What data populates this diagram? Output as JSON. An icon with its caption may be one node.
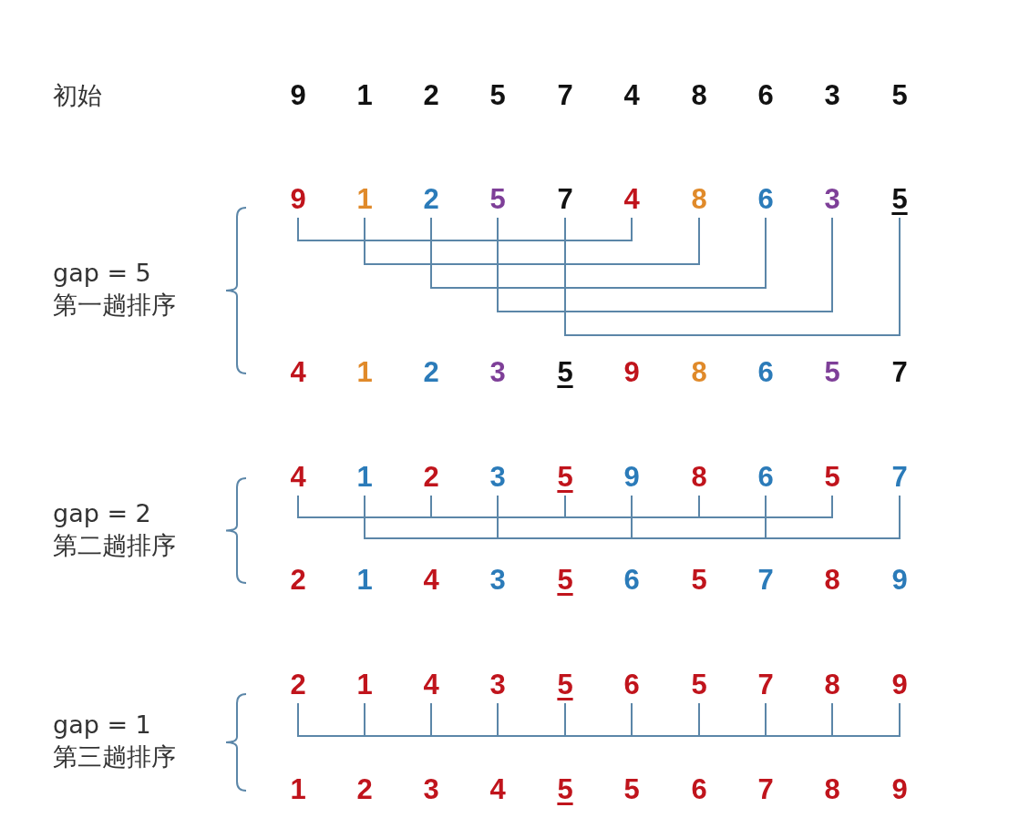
{
  "diagram": {
    "nodes": [
      {
        "text": [
          "9"
        ]
      },
      {
        "text": [
          "1"
        ]
      },
      {
        "text": [
          "2"
        ]
      },
      {
        "text": [
          "5"
        ]
      },
      {
        "text": [
          "7"
        ]
      },
      {
        "text": [
          "4"
        ]
      },
      {
        "text": [
          "8"
        ]
      },
      {
        "text": [
          "6"
        ]
      },
      {
        "text": [
          "3"
        ]
      },
      {
        "text": [
          "5"
        ]
      },
      {
        "text": [
          "9"
        ]
      },
      {
        "text": [
          "1"
        ]
      },
      {
        "text": [
          "2"
        ]
      },
      {
        "text": [
          "5"
        ]
      },
      {
        "text": [
          "7"
        ]
      },
      {
        "text": [
          "4"
        ]
      },
      {
        "text": [
          "8"
        ]
      },
      {
        "text": [
          "6"
        ]
      },
      {
        "text": [
          "3"
        ]
      },
      {
        "text": [
          "5"
        ]
      },
      {
        "text": [
          "4"
        ]
      },
      {
        "text": [
          "1"
        ]
      },
      {
        "text": [
          "2"
        ]
      },
      {
        "text": [
          "3"
        ]
      },
      {
        "text": [
          "5"
        ]
      },
      {
        "text": [
          "9"
        ]
      },
      {
        "text": [
          "8"
        ]
      },
      {
        "text": [
          "6"
        ]
      },
      {
        "text": [
          "5"
        ]
      },
      {
        "text": [
          "7"
        ]
      },
      {
        "text": [
          "4"
        ]
      },
      {
        "text": [
          "1"
        ]
      },
      {
        "text": [
          "2"
        ]
      },
      {
        "text": [
          "3"
        ]
      },
      {
        "text": [
          "5"
        ]
      },
      {
        "text": [
          "9"
        ]
      },
      {
        "text": [
          "8"
        ]
      },
      {
        "text": [
          "6"
        ]
      },
      {
        "text": [
          "5"
        ]
      },
      {
        "text": [
          "7"
        ]
      },
      {
        "text": [
          "2"
        ]
      },
      {
        "text": [
          "1"
        ]
      },
      {
        "text": [
          "4"
        ]
      },
      {
        "text": [
          "3"
        ]
      },
      {
        "text": [
          "5"
        ]
      },
      {
        "text": [
          "6"
        ]
      },
      {
        "text": [
          "5"
        ]
      },
      {
        "text": [
          "7"
        ]
      },
      {
        "text": [
          "8"
        ]
      },
      {
        "text": [
          "9"
        ]
      },
      {
        "text": [
          "2"
        ]
      },
      {
        "text": [
          "1"
        ]
      },
      {
        "text": [
          "4"
        ]
      },
      {
        "text": [
          "3"
        ]
      },
      {
        "text": [
          "5"
        ]
      },
      {
        "text": [
          "6"
        ]
      },
      {
        "text": [
          "5"
        ]
      },
      {
        "text": [
          "7"
        ]
      },
      {
        "text": [
          "8"
        ]
      },
      {
        "text": [
          "9"
        ]
      },
      {
        "text": [
          "1"
        ]
      },
      {
        "text": [
          "2"
        ]
      },
      {
        "text": [
          "3"
        ]
      },
      {
        "text": [
          "4"
        ]
      },
      {
        "text": [
          "5"
        ]
      },
      {
        "text": [
          "5"
        ]
      },
      {
        "text": [
          "6"
        ]
      },
      {
        "text": [
          "7"
        ]
      },
      {
        "text": [
          "8"
        ]
      },
      {
        "text": [
          "9"
        ]
      }
    ],
    "edges": [
      {
        "from": 10,
        "to": 15,
        "arrow": "none"
      },
      {
        "from": 11,
        "to": 16,
        "arrow": "none"
      },
      {
        "from": 12,
        "to": 17,
        "arrow": "none"
      },
      {
        "from": 13,
        "to": 18,
        "arrow": "none"
      },
      {
        "from": 14,
        "to": 19,
        "arrow": "none"
      },
      {
        "from": 30,
        "to": 32,
        "arrow": "none"
      },
      {
        "from": 32,
        "to": 34,
        "arrow": "none"
      },
      {
        "from": 34,
        "to": 36,
        "arrow": "none"
      },
      {
        "from": 36,
        "to": 38,
        "arrow": "none"
      },
      {
        "from": 31,
        "to": 33,
        "arrow": "none"
      },
      {
        "from": 33,
        "to": 35,
        "arrow": "none"
      },
      {
        "from": 35,
        "to": 37,
        "arrow": "none"
      },
      {
        "from": 37,
        "to": 39,
        "arrow": "none"
      },
      {
        "from": 50,
        "to": 51,
        "arrow": "none"
      },
      {
        "from": 51,
        "to": 52,
        "arrow": "none"
      },
      {
        "from": 52,
        "to": 53,
        "arrow": "none"
      },
      {
        "from": 53,
        "to": 54,
        "arrow": "none"
      },
      {
        "from": 54,
        "to": 55,
        "arrow": "none"
      },
      {
        "from": 55,
        "to": 56,
        "arrow": "none"
      },
      {
        "from": 56,
        "to": 57,
        "arrow": "none"
      },
      {
        "from": 57,
        "to": 58,
        "arrow": "none"
      },
      {
        "from": 58,
        "to": 59,
        "arrow": "none"
      }
    ],
    "labels": [
      "初始",
      "gap = 5",
      "第一趟排序",
      "gap = 2",
      "第二趟排序",
      "gap = 1",
      "第三趟排序"
    ]
  }
}
